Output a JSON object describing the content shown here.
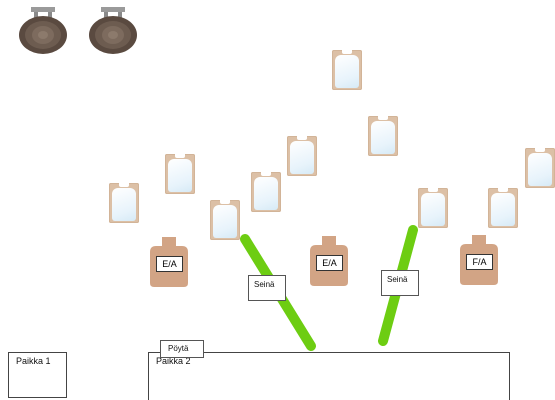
{
  "colors": {
    "wall": "#6dcd12",
    "target_backer": "#dcc0a6",
    "silhouette": "#d2a485"
  },
  "icons": {
    "gong": "round-steel-gong-plate-icon",
    "paper": "paper-target-icon",
    "silhouette": "ea-silhouette-target-icon"
  },
  "gongs": [
    {
      "id": "gong-1"
    },
    {
      "id": "gong-2"
    }
  ],
  "paper_targets": [
    {
      "id": "paper-1"
    },
    {
      "id": "paper-2"
    },
    {
      "id": "paper-3"
    },
    {
      "id": "paper-4"
    },
    {
      "id": "paper-5"
    },
    {
      "id": "paper-6"
    },
    {
      "id": "paper-7"
    },
    {
      "id": "paper-8"
    },
    {
      "id": "paper-9"
    },
    {
      "id": "paper-10"
    },
    {
      "id": "paper-11"
    }
  ],
  "silhouettes": [
    {
      "id": "silhouette-1",
      "label": "E/A"
    },
    {
      "id": "silhouette-2",
      "label": "E/A"
    },
    {
      "id": "silhouette-3",
      "label": "F/A"
    }
  ],
  "walls": [
    {
      "id": "wall-1",
      "label": "Seinä"
    },
    {
      "id": "wall-2",
      "label": "Seinä"
    }
  ],
  "table": {
    "label": "Pöytä"
  },
  "places": [
    {
      "id": "place-1",
      "label": "Paikka 1"
    },
    {
      "id": "place-2",
      "label": "Paikka 2"
    }
  ]
}
